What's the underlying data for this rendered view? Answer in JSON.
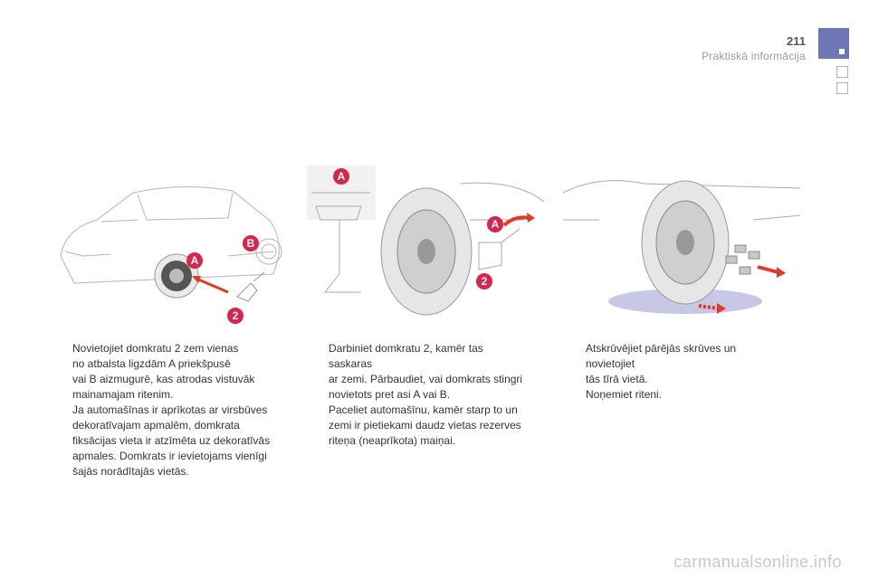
{
  "header": {
    "page_number": "211",
    "section_title": "Praktiskā informācija"
  },
  "illustrations": [
    {
      "labels": [
        "A",
        "B",
        "2"
      ]
    },
    {
      "labels": [
        "A",
        "A",
        "2"
      ]
    },
    {
      "labels": []
    }
  ],
  "columns": [
    {
      "items": [
        {
          "bullet": "",
          "lines": [
            "Novietojiet domkratu 2 zem vienas",
            "no atbalsta ligzdām A priekšpusē",
            "vai B aizmugurē, kas atrodas vistuvāk",
            "mainamajam ritenim.",
            "Ja automašīnas ir aprīkotas ar virsbūves",
            "dekoratīvajam apmalēm, domkrata",
            "fiksācijas vieta ir atzīmēta uz dekoratīvās",
            "apmales. Domkrats ir ievietojams vienīgi",
            "šajās norādītajās vietās."
          ]
        }
      ]
    },
    {
      "items": [
        {
          "bullet": "",
          "lines": [
            "Darbiniet domkratu 2, kamēr tas saskaras",
            "ar zemi. Pārbaudiet, vai domkrats stingri",
            "novietots pret asi A vai B."
          ]
        },
        {
          "bullet": "",
          "lines": [
            "Paceliet automašīnu, kamēr starp to un",
            "zemi ir pietiekami daudz vietas rezerves",
            "riteņa (neaprīkota) maiņai."
          ]
        }
      ]
    },
    {
      "items": [
        {
          "bullet": "",
          "lines": [
            "Atskrūvējiet pārējās skrūves un novietojiet",
            "tās tīrā vietā."
          ]
        },
        {
          "bullet": "",
          "lines": [
            "Noņemiet riteni."
          ]
        }
      ]
    }
  ],
  "watermark": "carmanualsonline.info",
  "colors": {
    "accent_tab": "#6e76b5",
    "badge": "#d8254a",
    "arrow": "#e03a2a"
  }
}
